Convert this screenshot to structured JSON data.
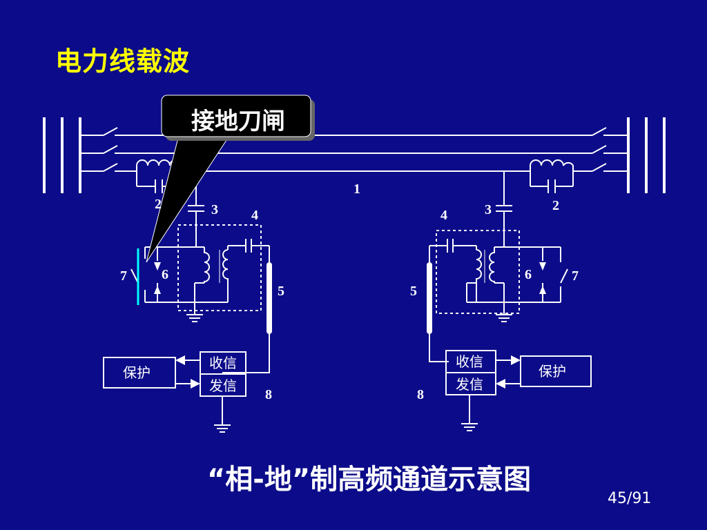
{
  "slide": {
    "title": "电力线载波",
    "caption": "“相-地”制高频通道示意图",
    "page_number": "45/91"
  },
  "callout": {
    "label": "接地刀闸"
  },
  "diagram": {
    "labels": {
      "line": "1",
      "trap_left": "2",
      "trap_right": "2",
      "coupling_cap_left": "3",
      "coupling_cap_right": "3",
      "filter_left": "4",
      "filter_right": "4",
      "cable_left": "5",
      "cable_right": "5",
      "arrester_left": "6",
      "arrester_right": "6",
      "ground_switch_left": "7",
      "ground_switch_right": "7",
      "transceiver_left": "8",
      "transceiver_right": "8"
    },
    "boxes": {
      "protection_left": "保护",
      "protection_right": "保护",
      "receive_left": "收信",
      "send_left": "发信",
      "receive_right": "收信",
      "send_right": "发信"
    }
  },
  "colors": {
    "background": "#0c0c8a",
    "title": "#ffff00",
    "lines": "#ffffff",
    "highlight": "#00ffff",
    "callout_fill": "#000000"
  }
}
